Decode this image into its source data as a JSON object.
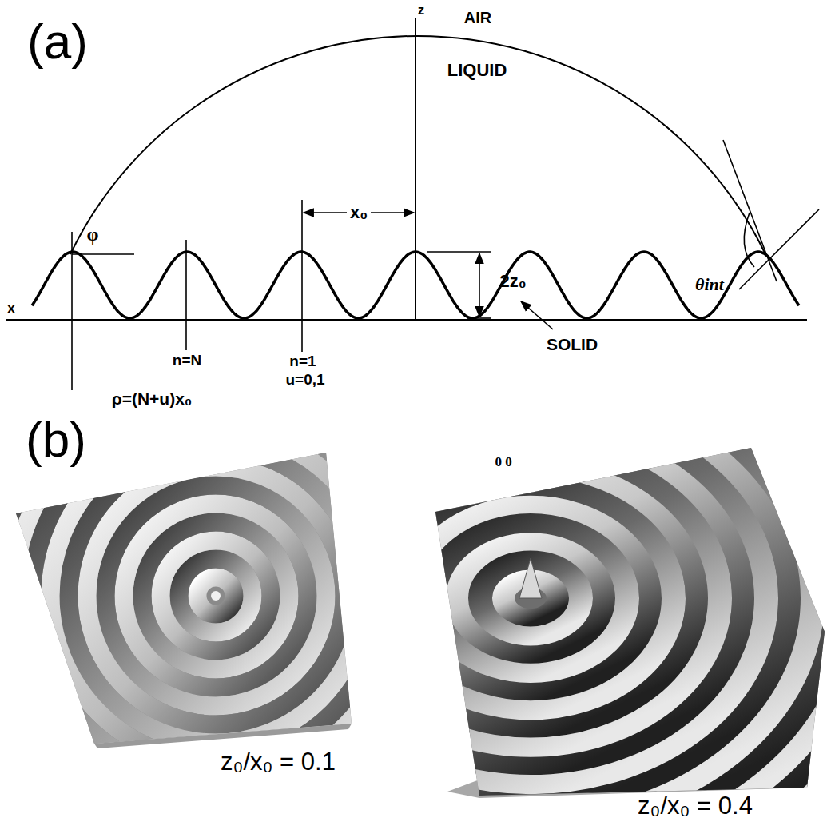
{
  "diagram": {
    "labels": [
      "(a)",
      "z",
      "AIR",
      "LIQUID",
      "φ",
      "x₀",
      "2z₀",
      "θint",
      "x",
      "SOLID",
      "n=N",
      "n=1",
      "u=0,1",
      "ρ=(N+u)x₀",
      "(b)",
      "0 0",
      "z₀/x₀ = 0.1",
      "z₀/x₀ = 0.4"
    ]
  }
}
